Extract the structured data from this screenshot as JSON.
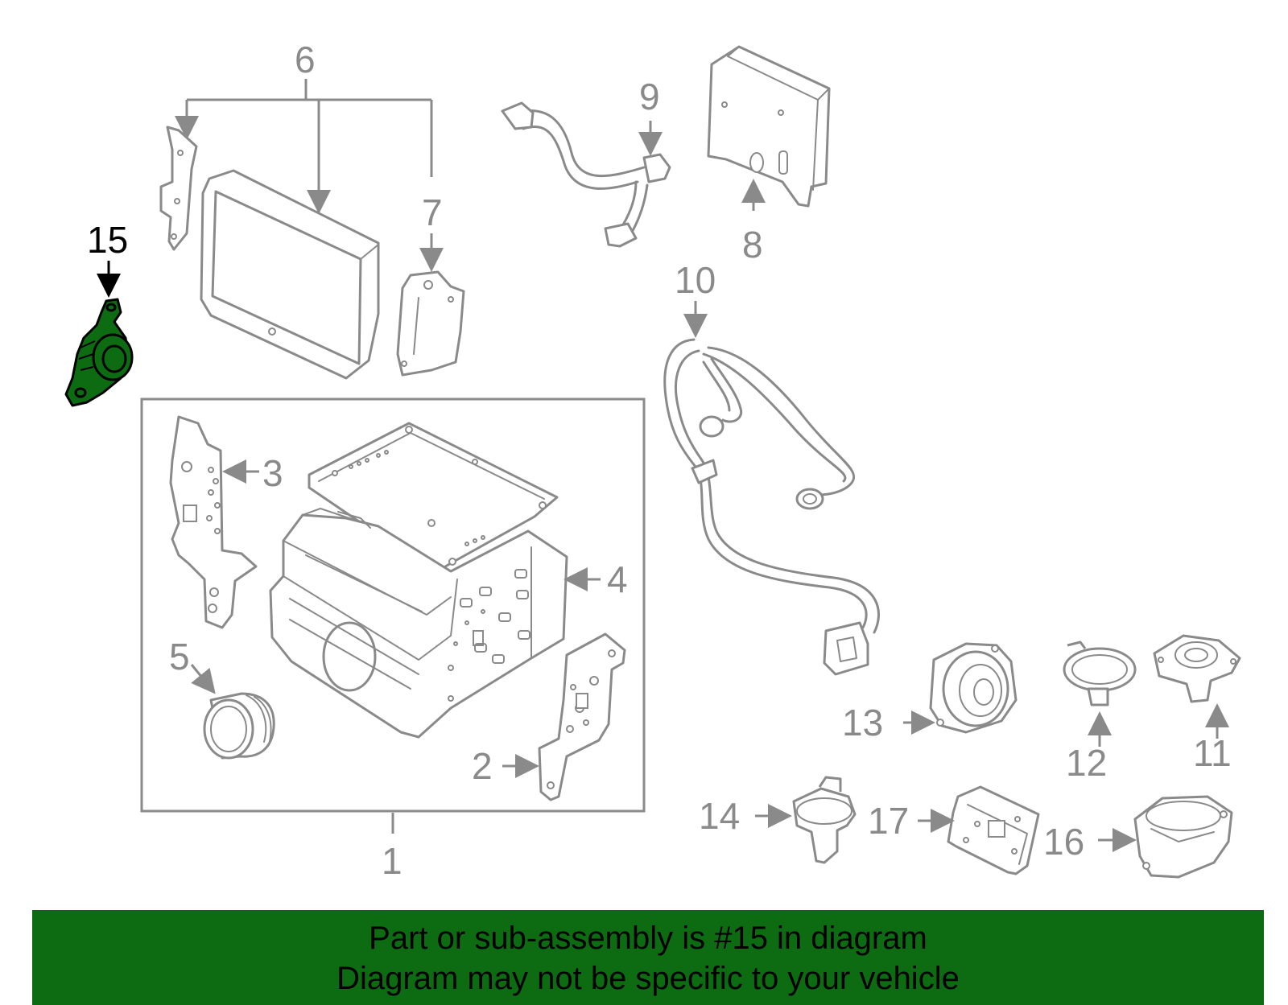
{
  "labels": {
    "p1": "1",
    "p2": "2",
    "p3": "3",
    "p4": "4",
    "p5": "5",
    "p6": "6",
    "p7": "7",
    "p8": "8",
    "p9": "9",
    "p10": "10",
    "p11": "11",
    "p12": "12",
    "p13": "13",
    "p14": "14",
    "p15": "15",
    "p16": "16",
    "p17": "17"
  },
  "highlighted_part": "15",
  "colors": {
    "highlight_fill": "#0d6b12",
    "banner_background": "#0d6b12",
    "line_gray": "#8a8a8a"
  },
  "banner": {
    "line1": "Part or sub-assembly is #15 in diagram",
    "line2": "Diagram may not be specific to your vehicle"
  }
}
